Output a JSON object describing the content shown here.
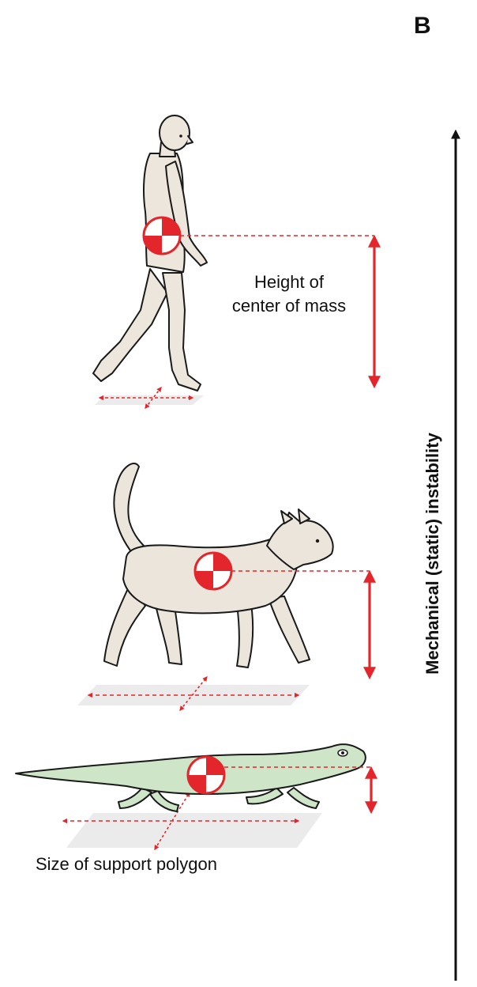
{
  "panel": {
    "letter": "B"
  },
  "axis": {
    "label": "Mechanical (static)  instability",
    "direction": "up"
  },
  "labels": {
    "com_height_line1": "Height of",
    "com_height_line2": "center of mass",
    "support_polygon": "Size of support polygon"
  },
  "organisms": [
    "human",
    "cat",
    "salamander"
  ],
  "colors": {
    "accent_red": "#e3262b",
    "human_fill": "#ece6dc",
    "cat_fill": "#ebe5dc",
    "salamander_fill": "#cfe5c8",
    "outline": "#1a1a1a",
    "support_plane": "#ebebeb"
  }
}
